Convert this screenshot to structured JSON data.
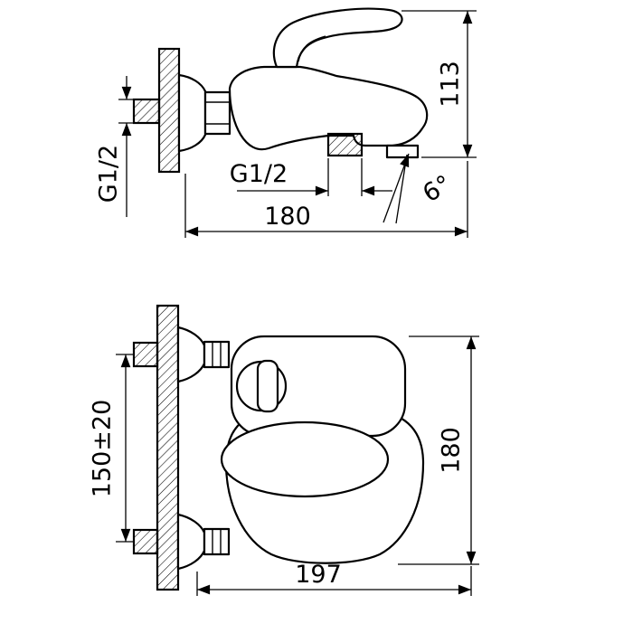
{
  "page": {
    "background": "#ffffff",
    "ink": "#000000"
  },
  "side_view": {
    "name": "side view of wall-mounted bath mixer",
    "dims": {
      "overall_height": "113",
      "supply_thread": "G1/2",
      "shower_outlet_thread": "G1/2",
      "overall_depth": "180",
      "spout_angle": "6°"
    }
  },
  "front_view": {
    "name": "front view of wall-mounted bath mixer",
    "dims": {
      "supply_centers": "150±20",
      "overall_height": "180",
      "overall_width": "197"
    }
  }
}
